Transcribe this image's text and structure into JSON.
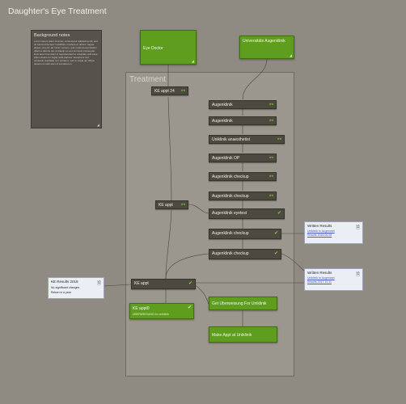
{
  "board": {
    "title": "Daughter's Eye Treatment"
  },
  "group": {
    "title": "Treatment"
  },
  "note": {
    "title": "Background notes",
    "body": "Lorem ipsum dolor sit amet, consectetur adipiscing elit, sed do eiusmod tempor incididunt ut labore et dolore magna aliqua. Ut enim ad minim veniam, quis nostrud exercitation ullamco laboris nisi ut aliquip ex ea commodo consequat. Duis aute irure dolor in reprehenderit in voluptate velit esse cillum dolore eu fugiat nulla pariatur. Excepteur sint occaecat cupidatat non proident, sunt in culpa qui officia deserunt mollit anim id est laborum."
  },
  "green_cards": {
    "eye_doctor": "Eye Doctor",
    "universitats": "Universitäts Augenklinik",
    "ke_appt0": "KE appt0",
    "ke_appt0_sub": "UBERWEISUNG for unikilnik",
    "get_uberweisung": "Get Uberweisung For Uniklinik",
    "make_appt": "Make Appt at Uniklinik"
  },
  "cards": {
    "ke_appt24": "KE appt 24",
    "augenklinik_1": "Augenklinik",
    "augenklinik_2": "Augenklinik",
    "uniklinik_anaesthetist": "Uniklinik anaesthetist",
    "augenklinik_op": "Augenklinik OP",
    "augenklinik_checkup_1": "Augenklinik checkup",
    "augenklinik_checkup_2": "Augenklinik checkup",
    "ke_appt_mid": "KE appt",
    "augenklinik_eyetest": "Augenklinik eyetest",
    "augenklinik_checkup_3": "Augenklinik checkup",
    "augenklinik_checkup_4": "Augenklinik checkup",
    "ke_appt_low": "KE appt"
  },
  "docs": {
    "ke_results": {
      "title": "KE Results 2018",
      "line1": "No significant changes",
      "line2": "Return in a year"
    },
    "written_results_1": {
      "title": "Written Results",
      "link1": "Uniklinik to Augenarzt",
      "link2": "Results 2018.06.08"
    },
    "written_results_2": {
      "title": "Written Results",
      "link1": "Uniklinik to Augenarzt",
      "link2": "Results 2017.10.11"
    }
  },
  "icons": {
    "check": "check-icon",
    "link": "link-icon",
    "document": "document-icon",
    "accent_green": "#5e9d1e",
    "card_dark": "#4c4940"
  }
}
